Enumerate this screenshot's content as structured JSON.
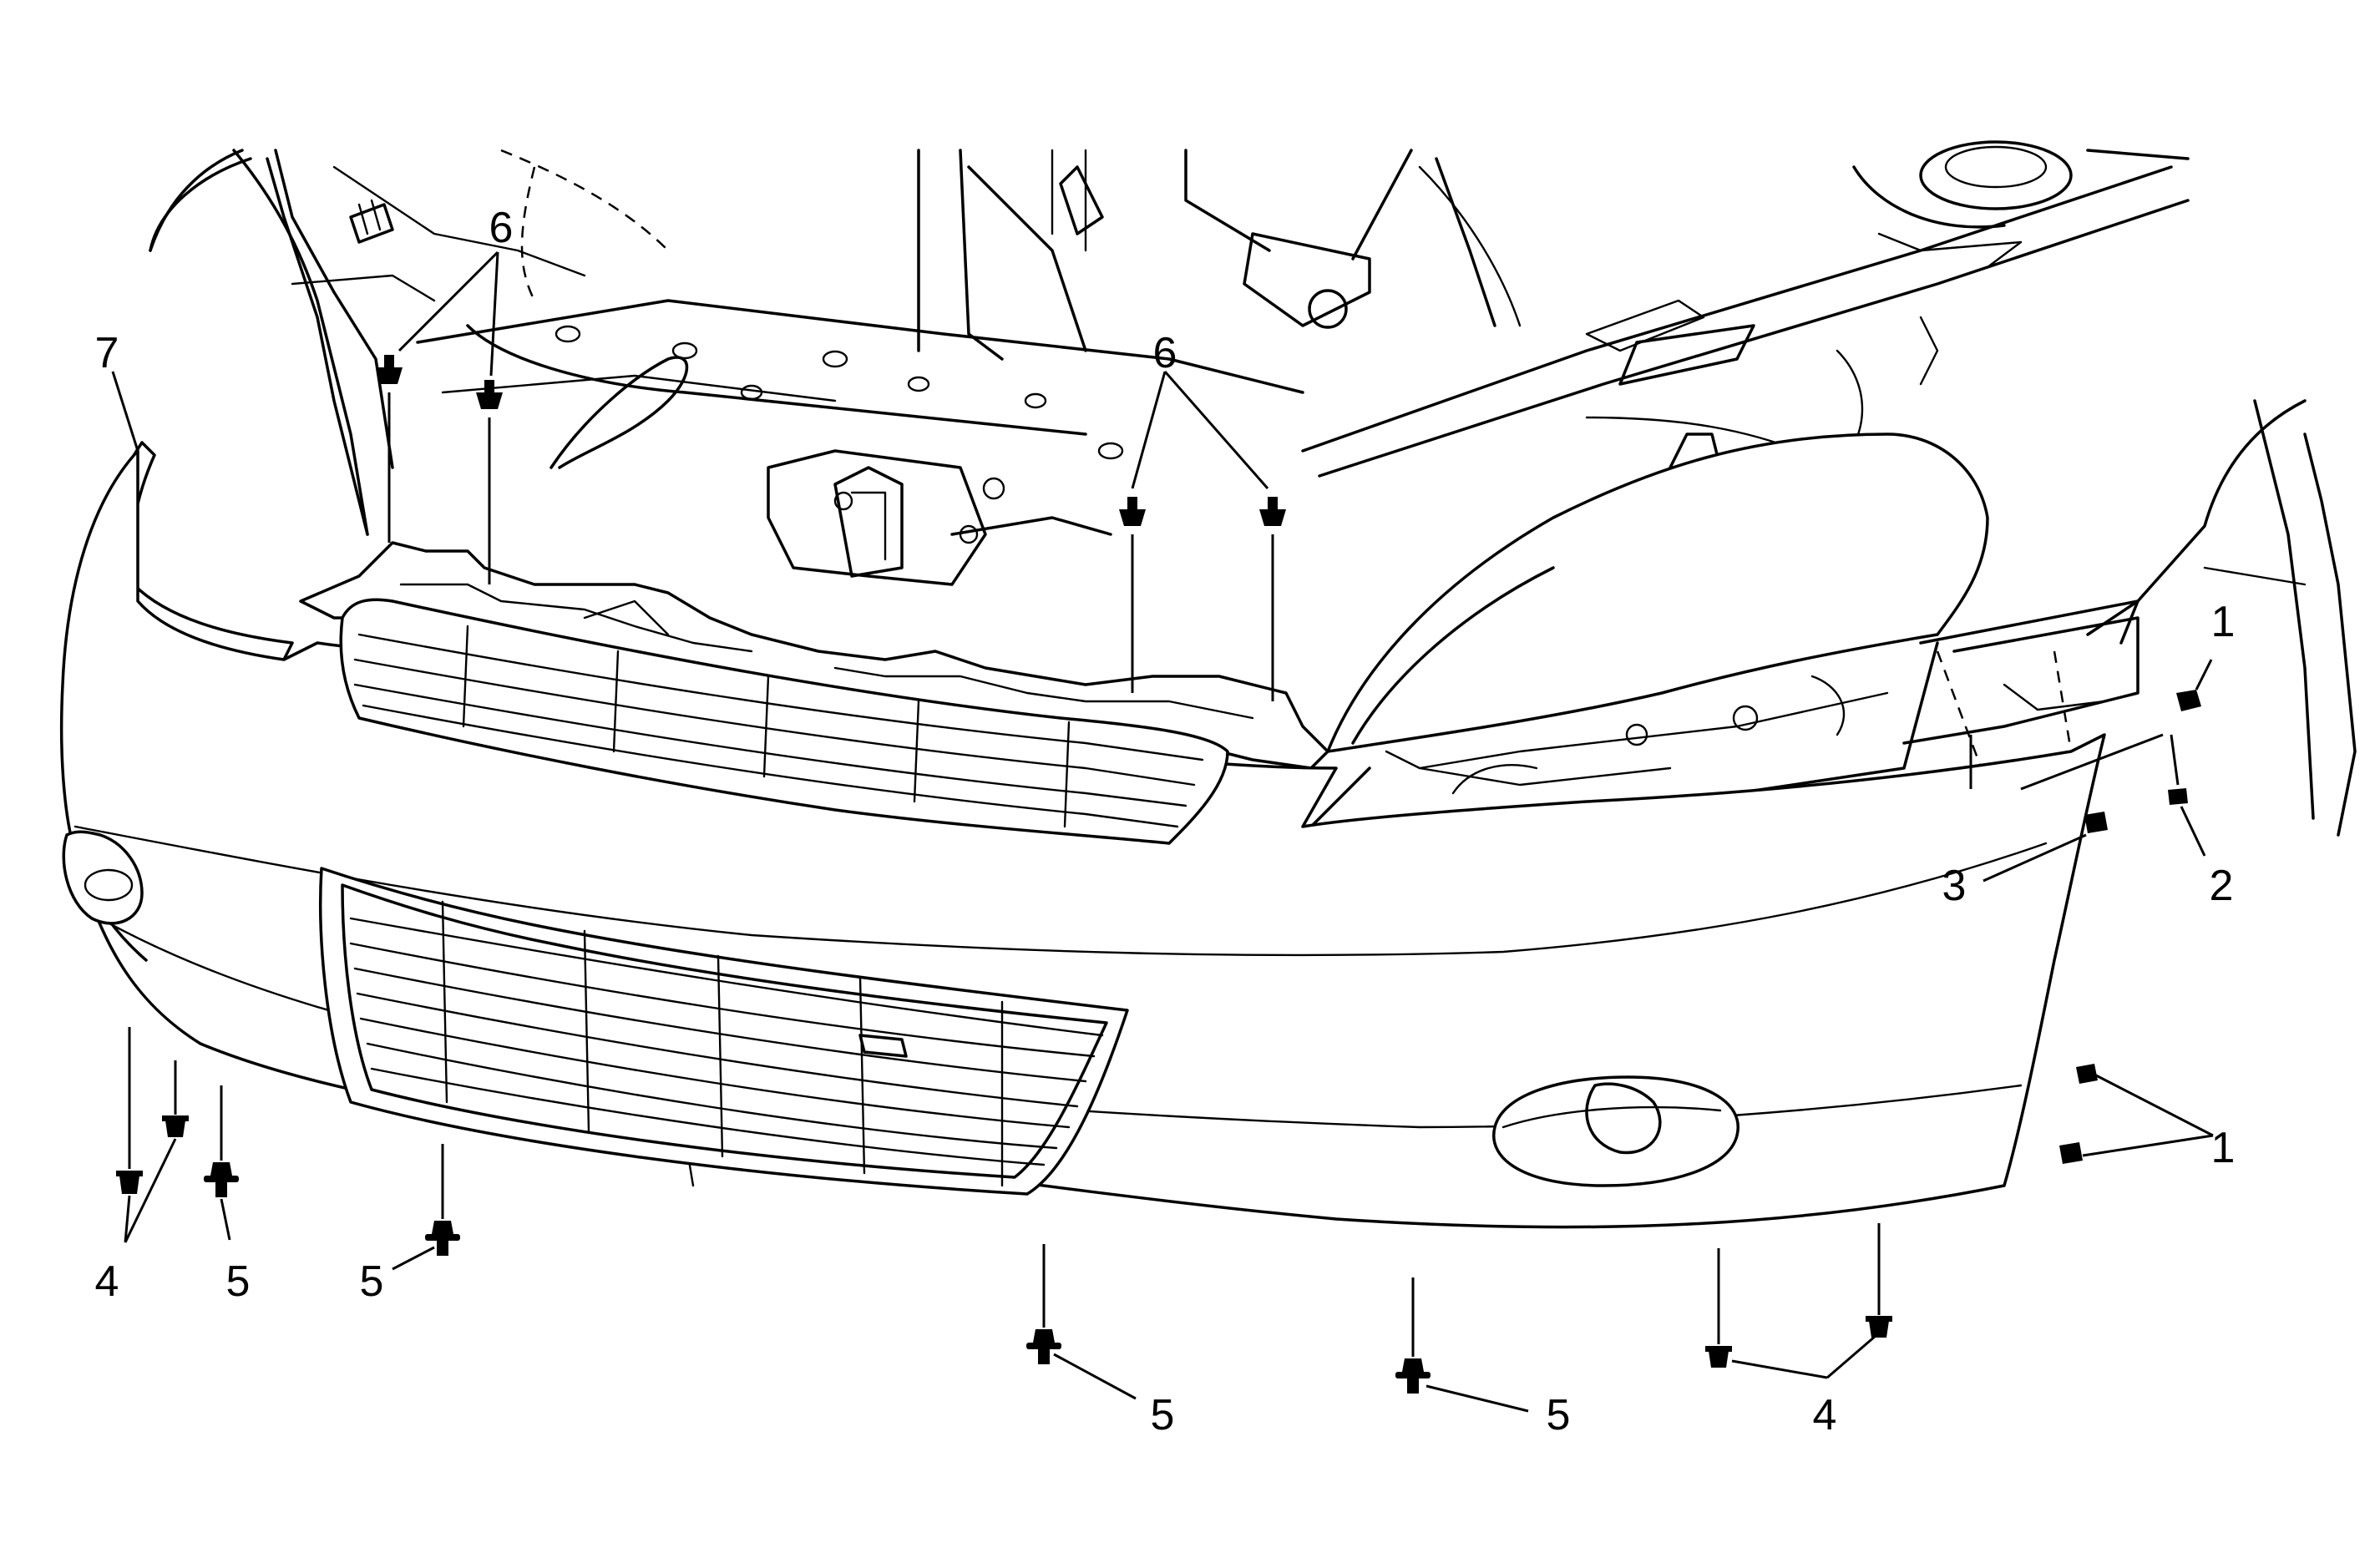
{
  "figure": {
    "callouts": {
      "c1a": "1",
      "c1b": "1",
      "c2": "2",
      "c3": "3",
      "c4a": "4",
      "c4b": "4",
      "c5a": "5",
      "c5b": "5",
      "c5c": "5",
      "c5d": "5",
      "c6a": "6",
      "c6b": "6",
      "c7": "7"
    }
  }
}
